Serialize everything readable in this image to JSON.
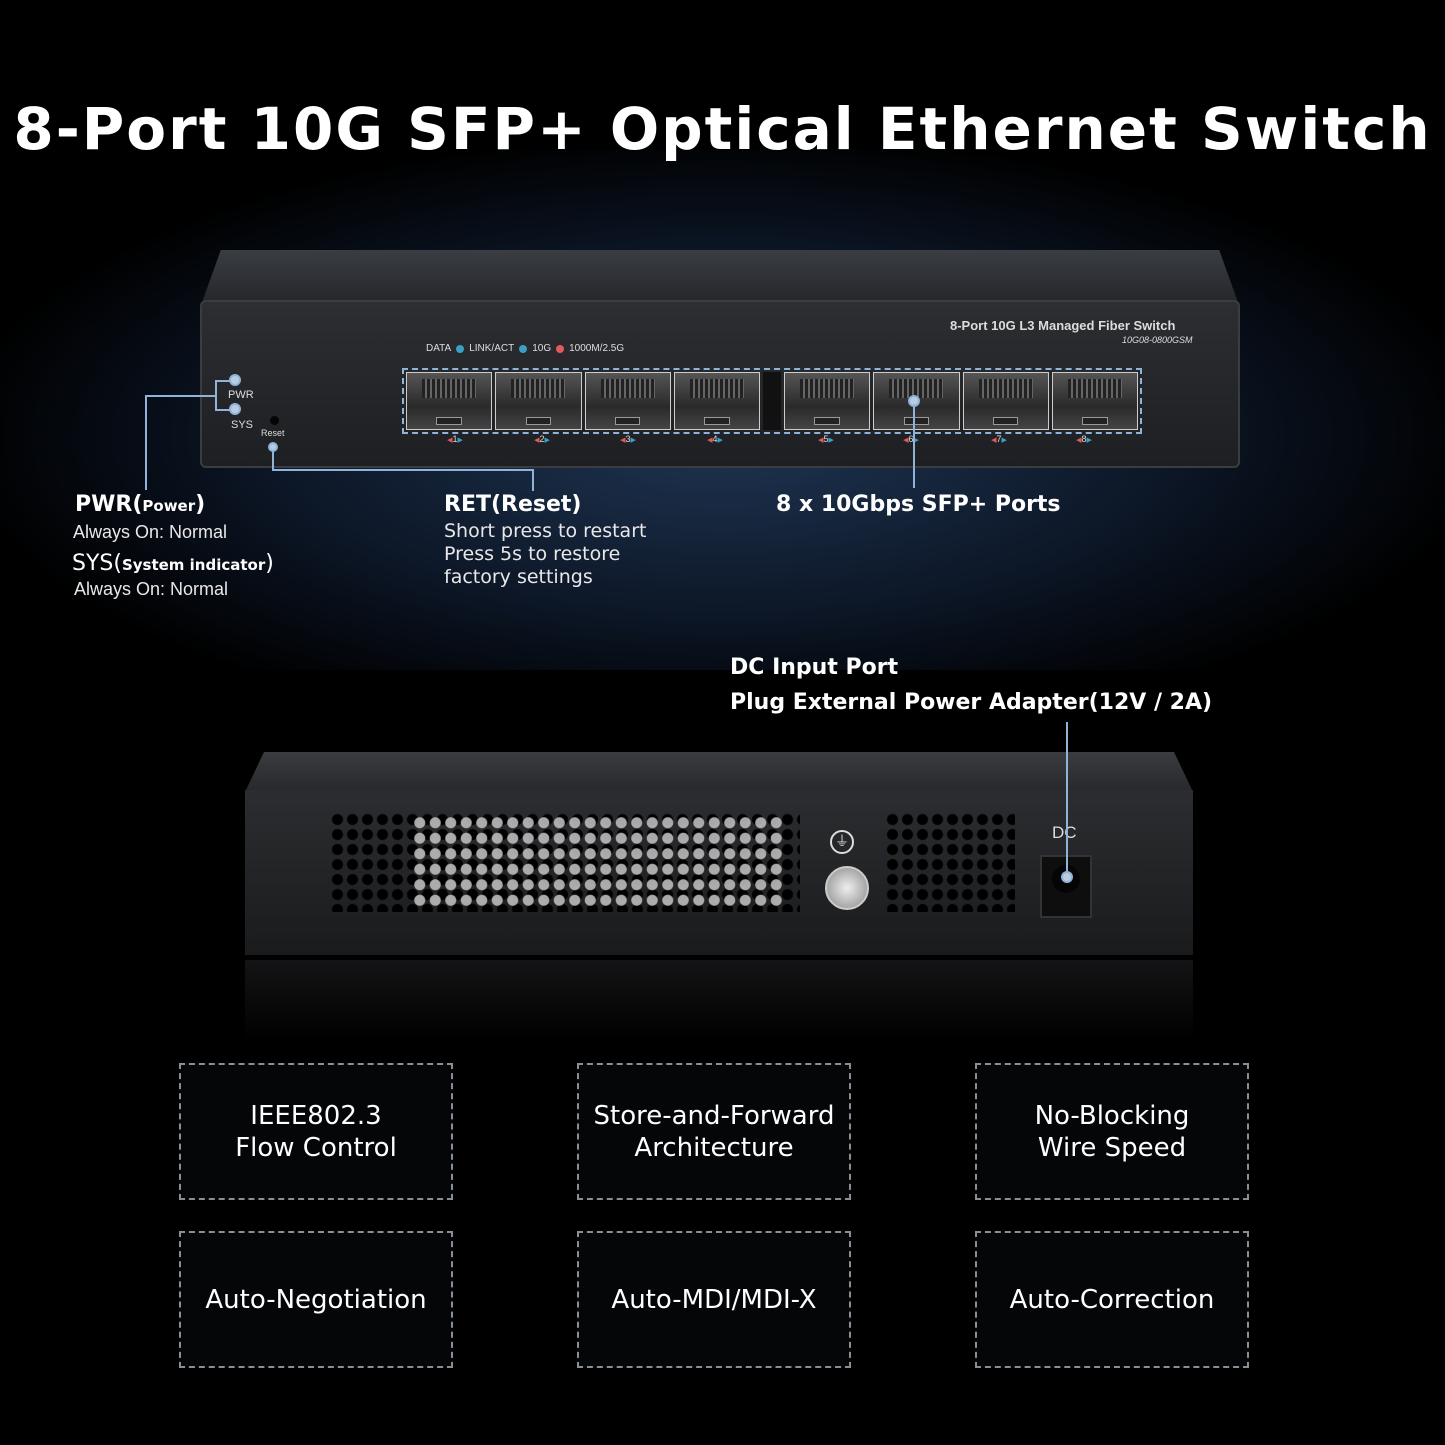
{
  "title": "8-Port 10G SFP+ Optical Ethernet Switch",
  "front_panel": {
    "model_title": "8-Port 10G L3 Managed Fiber Switch",
    "model_code": "10G08-0800GSM",
    "legend": {
      "data": "DATA",
      "link_act": "LINK/ACT",
      "speed_10g": "10G",
      "speed_1g": "1000M/2.5G"
    },
    "led_pwr": "PWR",
    "led_sys": "SYS",
    "reset": "Reset",
    "ports": [
      "1",
      "2",
      "3",
      "4",
      "5",
      "6",
      "7",
      "8"
    ]
  },
  "colors": {
    "link": "#3aa0c8",
    "slow": "#e05a5a",
    "callout": "#8fb3d9"
  },
  "callouts": {
    "pwr_title": "PWR(",
    "pwr_sub": "Power",
    "pwr_close": ")",
    "pwr_desc": "Always On: Normal",
    "sys_title": "SYS(",
    "sys_sub": "System indicator",
    "sys_close": ")",
    "sys_desc": "Always On: Normal",
    "reset_title": "RET(Reset)",
    "reset_desc": [
      "Short press to restart",
      "Press 5s to restore",
      "factory settings"
    ],
    "ports_title": "8 x 10Gbps SFP+ Ports",
    "dc_title": "DC Input Port",
    "dc_desc": "Plug External Power Adapter(12V / 2A)"
  },
  "back_panel": {
    "dc_label": "DC"
  },
  "features": [
    [
      "IEEE802.3",
      "Flow Control"
    ],
    [
      "Store-and-Forward",
      "Architecture"
    ],
    [
      "No-Blocking",
      "Wire Speed"
    ],
    [
      "Auto-Negotiation"
    ],
    [
      "Auto-MDI/MDI-X"
    ],
    [
      "Auto-Correction"
    ]
  ]
}
